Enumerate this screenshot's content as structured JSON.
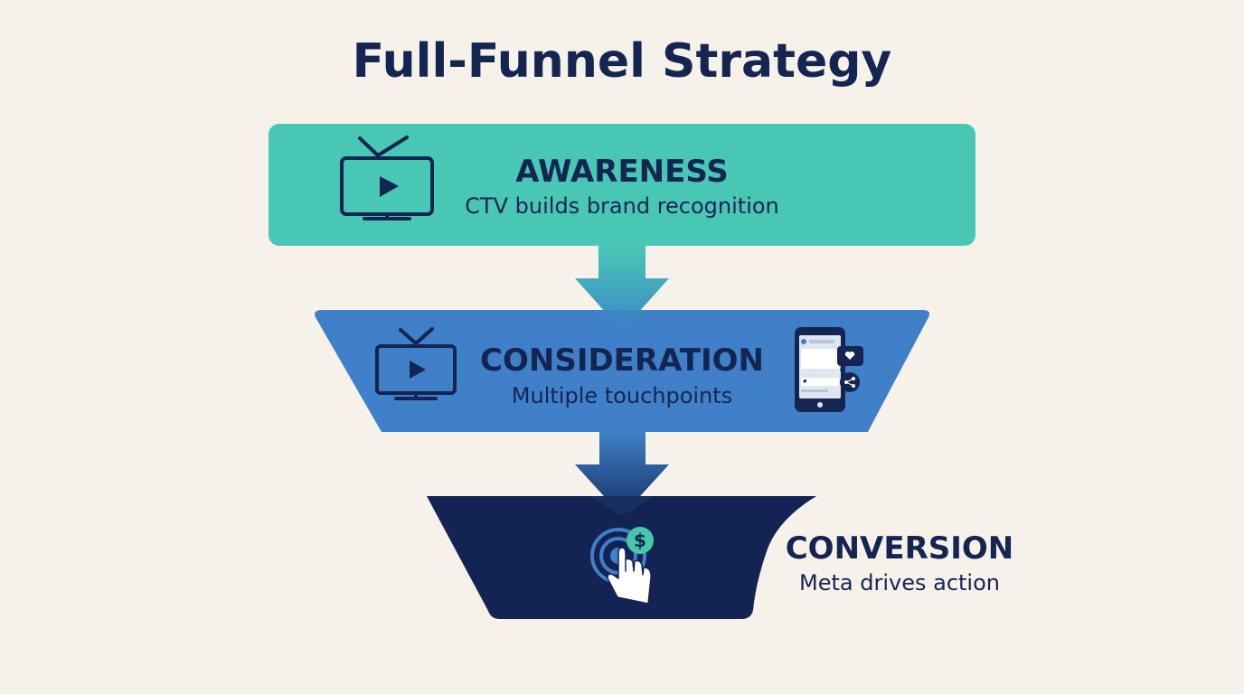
{
  "title": "Full-Funnel Strategy",
  "colors": {
    "background": "#f6f2e9",
    "awareness": "#48c7b5",
    "consideration": "#3f80c8",
    "conversion": "#132353",
    "text_dark": "#142552",
    "accent_green": "#46c7a9"
  },
  "stages": [
    {
      "title": "AWARENESS",
      "subtitle": "CTV builds brand recognition",
      "icon": "tv-icon"
    },
    {
      "title": "CONSIDERATION",
      "subtitle": "Multiple touchpoints",
      "icon": "tv-icon",
      "extra_icon": "smartphone-social-icon"
    },
    {
      "title": "CONVERSION",
      "subtitle": "Meta drives action",
      "icon": "tap-dollar-icon"
    }
  ]
}
